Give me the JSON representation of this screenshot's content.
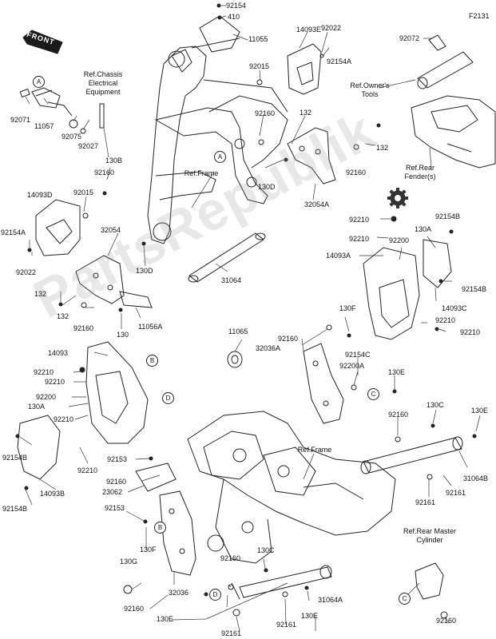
{
  "figure_code": "F2131",
  "front_badge": "FRONT",
  "watermark": "PartsRepublik",
  "labels": {
    "p92154_top": "92154",
    "p410": "410",
    "p11055": "11055",
    "p14093E": "14093E",
    "p92022_top": "92022",
    "p92072": "92072",
    "p92015_top": "92015",
    "p92154A_top": "92154A",
    "p92071": "92071",
    "p11057": "11057",
    "p92075": "92075",
    "p92027": "92027",
    "p130B": "130B",
    "p92160_a": "92160",
    "p132_a": "132",
    "p132_b": "132",
    "p92160_b": "92160",
    "p92160_c": "92160",
    "p130D_a": "130D",
    "p32054A": "32054A",
    "p14093D": "14093D",
    "p92015_left": "92015",
    "p92154A_left": "92154A",
    "p92022_left": "92022",
    "p32054": "32054",
    "p130D_b": "130D",
    "p31064": "31064",
    "p132_c": "132",
    "p132_d": "132",
    "p92160_d": "92160",
    "p130_a": "130",
    "p11056A": "11056A",
    "p92210_a": "92210",
    "p92154B_a": "92154B",
    "p92210_b": "92210",
    "p92200_a": "92200",
    "p130A_a": "130A",
    "p14093A": "14093A",
    "p92154B_b": "92154B",
    "p14093C": "14093C",
    "p92210_c": "92210",
    "p92210_d": "92210",
    "p130F_a": "130F",
    "p11065": "11065",
    "p92160_e": "92160",
    "p32036A": "32036A",
    "p92154C": "92154C",
    "p92200A": "92200A",
    "p130E_a": "130E",
    "p14093": "14093",
    "p92210_e": "92210",
    "p92210_f": "92210",
    "p92200_b": "92200",
    "p130A_b": "130A",
    "p92210_g": "92210",
    "p92154B_c": "92154B",
    "p14093B": "14093B",
    "p92154B_d": "92154B",
    "p92210_h": "92210",
    "p92153_a": "92153",
    "p92160_f": "92160",
    "p23062": "23062",
    "p92153_b": "92153",
    "p130F_b": "130F",
    "p130G": "130G",
    "p32036": "32036",
    "p92160_g": "92160",
    "p92160_h": "92160",
    "p130E_b": "130E",
    "p92161_a": "92161",
    "p130C_a": "130C",
    "p92161_b": "92161",
    "p130E_c": "130E",
    "p31064A": "31064A",
    "p92160_i": "92160",
    "p130C_b": "130C",
    "p130E_d": "130E",
    "p31064B": "31064B",
    "p92161_c": "92161",
    "p92161_d": "92161",
    "p92160_j": "92160"
  },
  "refs": {
    "chassis_electrical": "Ref.Chassis\nElectrical\nEquipment",
    "owners_tools": "Ref.Owner's\nTools",
    "rear_fender": "Ref.Rear\nFender(s)",
    "frame_top": "Ref.Frame",
    "frame_bottom": "Ref.Frame",
    "rear_master_cylinder": "Ref.Rear Master\nCylinder"
  },
  "callouts": {
    "A1": "A",
    "A2": "A",
    "B1": "B",
    "B2": "B",
    "C1": "C",
    "C2": "C",
    "D1": "D",
    "D2": "D"
  },
  "colors": {
    "line": "#222222",
    "watermark": "#969696",
    "gear_icon": "#333333"
  }
}
